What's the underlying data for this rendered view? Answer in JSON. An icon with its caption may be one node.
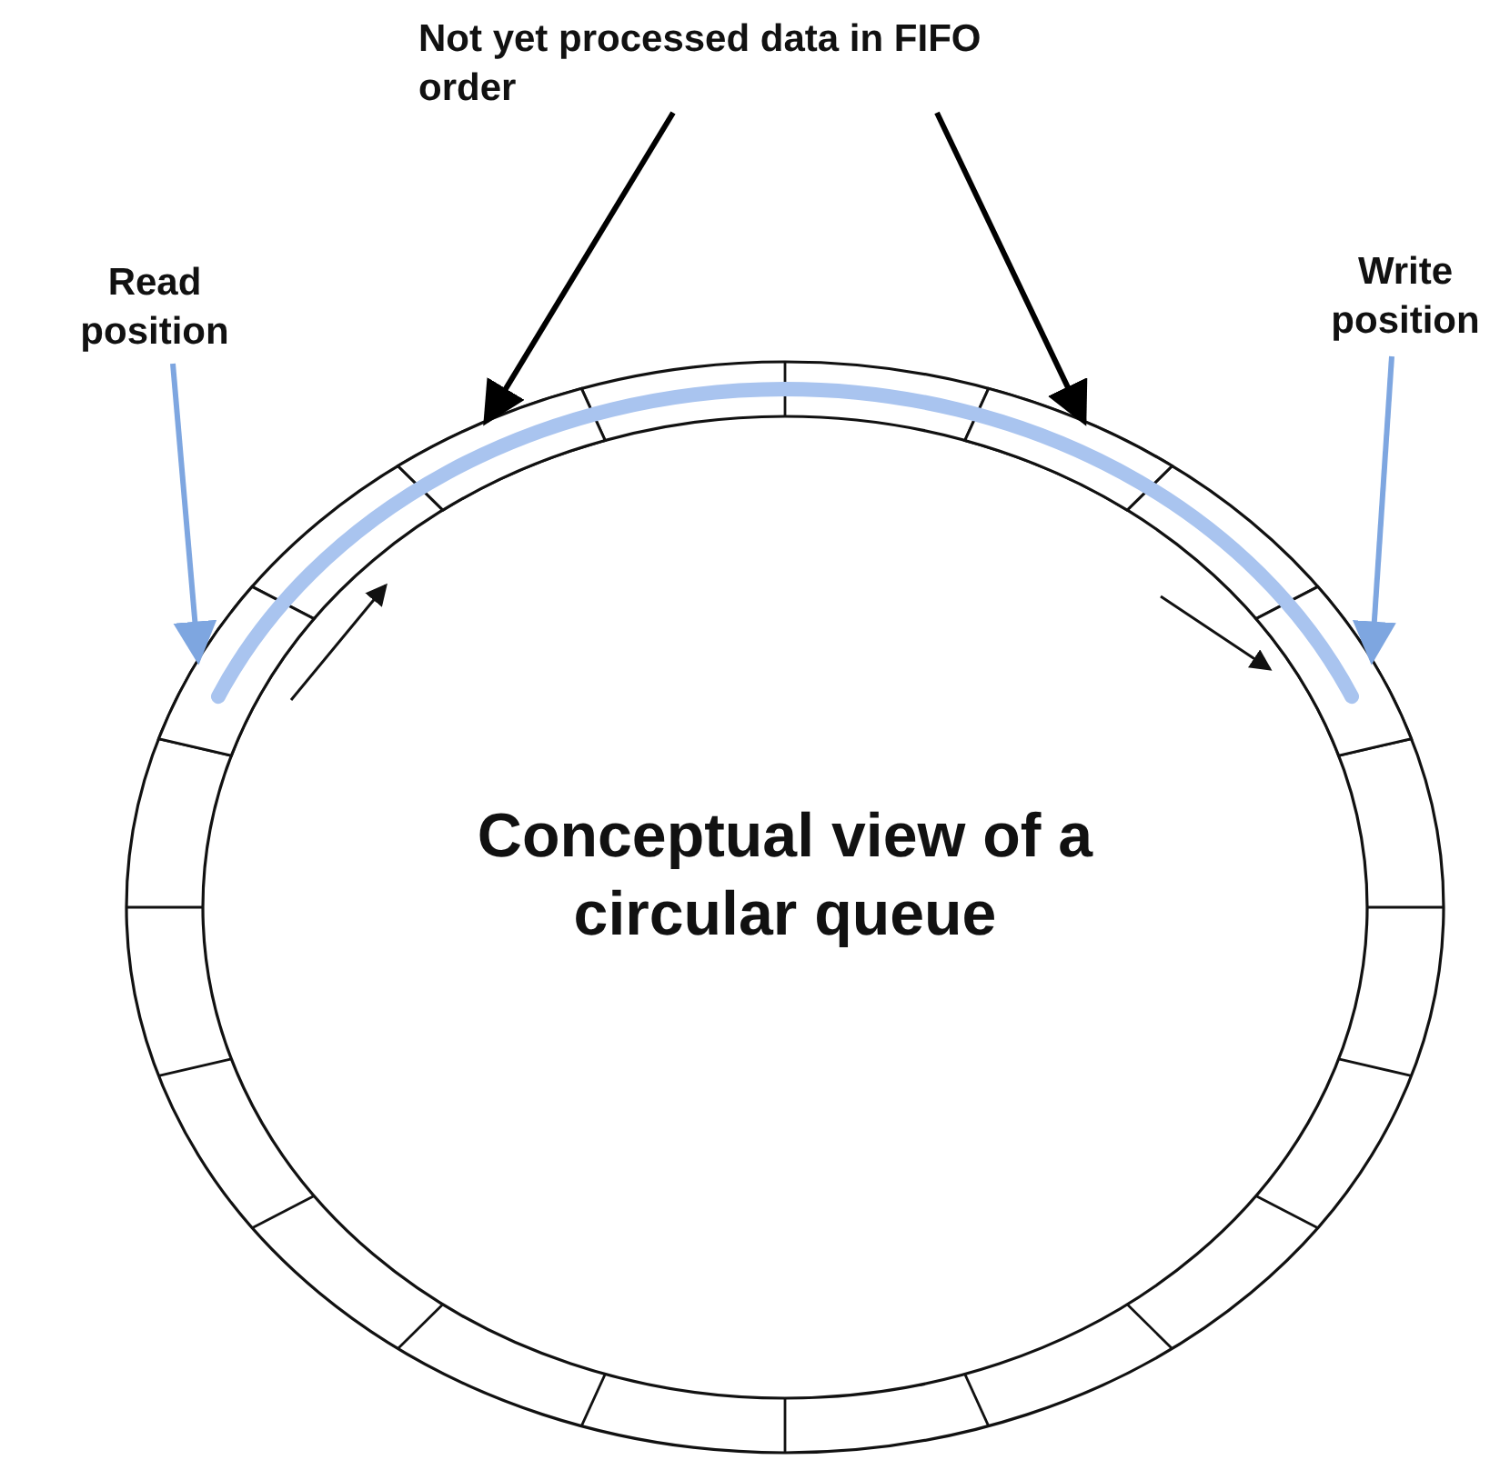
{
  "diagram": {
    "nodes": [
      {
        "text": [
          "Conceptual view of a circular queue"
        ]
      },
      {
        "text": [
          "Not yet processed data in FIFO order"
        ]
      },
      {
        "text": [
          "Read position"
        ]
      },
      {
        "text": [
          "Write position"
        ]
      },
      {
        "text": [],
        "shape": "box",
        "in": 0
      },
      {
        "text": [],
        "shape": "box",
        "in": 0
      },
      {
        "text": [],
        "shape": "box",
        "in": 0
      },
      {
        "text": [],
        "shape": "box",
        "in": 0
      }
    ],
    "edges": [
      {
        "from": 1,
        "to": 4,
        "arrow": "to",
        "color": "#000000"
      },
      {
        "from": 1,
        "to": 5,
        "arrow": "to",
        "color": "#000000"
      },
      {
        "from": 2,
        "to": 6,
        "arrow": "to",
        "color": "#7ea6e0"
      },
      {
        "from": 3,
        "to": 7,
        "arrow": "to",
        "color": "#7ea6e0"
      }
    ]
  }
}
